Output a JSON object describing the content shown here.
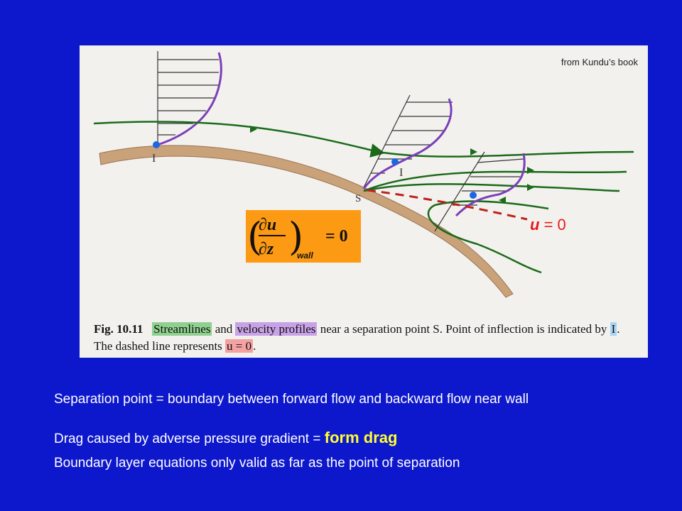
{
  "figure": {
    "credit": "from Kundu’s book",
    "point_S": "S",
    "point_I_1": "I",
    "point_I_2": "I",
    "u_zero": {
      "symbol": "u",
      "rest": " = 0"
    },
    "equation": {
      "numerator": "∂u",
      "denominator": "∂z",
      "subscript": "wall",
      "equals": "= 0"
    },
    "caption": {
      "fig_label": "Fig. 10.11",
      "t1": "Streamlines",
      "t2": " and ",
      "t3": "velocity profiles",
      "t4": " near a separation point S. Point of inflection is indicated by ",
      "t5": "I",
      "t6": ". The dashed line represents ",
      "t7": "u = 0",
      "t8": "."
    },
    "colors": {
      "streamline": "#1a6b1a",
      "profile": "#7b3fb8",
      "dot": "#1e66e0",
      "dashed": "#c0201c",
      "wall": "#c9a27a",
      "equation_bg": "#fd9a14"
    }
  },
  "text": {
    "line1": "Separation point = boundary between forward flow and backward flow near wall",
    "line2_prefix": "Drag caused by adverse pressure gradient = ",
    "line2_accent": "form drag",
    "line3": "Boundary layer equations only valid as far as the point of separation"
  }
}
